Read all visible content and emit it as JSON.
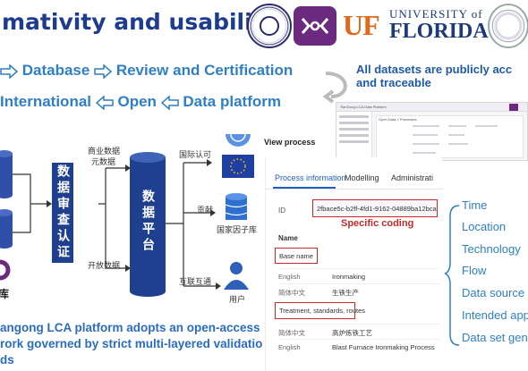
{
  "header": {
    "title": "mativity and usability",
    "logos": {
      "uf_letters": "UF",
      "uf_university_of": "UNIVERSITY of",
      "uf_florida": "FLORIDA"
    }
  },
  "process_flow": {
    "row1": [
      "Database",
      "Review and Certification"
    ],
    "row2": [
      "International",
      "Open",
      "Data platform"
    ],
    "arrow_icon": "right-arrow-icon",
    "colors": {
      "text": "#2f7fc4",
      "arrow_fill": "#ffffff",
      "arrow_stroke": "#2f7fc4"
    }
  },
  "public_note": {
    "line1": "All datasets are publicly acc",
    "line2": "and traceable"
  },
  "diagram": {
    "left_label_bottom": "库",
    "center_box": "数据审查认证",
    "platform_box": "数据平台",
    "labels": {
      "business_data": "商业数据",
      "metadata": "元数据",
      "open_data": "开放数据",
      "intl_recognition": "国际认可",
      "contribute": "贡献",
      "national_factor_db": "国家因子库",
      "interconnect": "互联互通",
      "user": "用户"
    },
    "colors": {
      "box": "#1f3f8f",
      "cylinder": "#2f4fa8"
    }
  },
  "caption": {
    "line1": "angong LCA platform adopts an open-access",
    "line2": "rork governed by strict multi-layered validatio",
    "line3": "ds"
  },
  "screenshot_thumb": {
    "app_title": "TianGong LCA Data Platform",
    "left_header": "Open Data > Processes"
  },
  "view_process": {
    "title": "View process",
    "tabs": [
      "Process information",
      "Modelling",
      "Administrati"
    ],
    "id_label": "ID",
    "id_value": "2fbace5c-b2ff-4fd1-9162-04889ba12bca",
    "specific_coding": "Specific coding",
    "name_label": "Name",
    "base_name_label": "Base name",
    "rows1": [
      {
        "lang": "English",
        "value": "Ironmaking"
      },
      {
        "lang": "简体中文",
        "value": "生铁生产"
      }
    ],
    "treatment_label": "Treatment, standards, routes",
    "rows2": [
      {
        "lang": "简体中文",
        "value": "高炉炼铁工艺"
      },
      {
        "lang": "English",
        "value": "Blast Furnace Ironmaking Process"
      }
    ],
    "highlight_color": "#c62828"
  },
  "attributes": [
    "Time",
    "Location",
    "Technology",
    "Flow",
    "Data source",
    "Intended app",
    "Data set gen"
  ]
}
